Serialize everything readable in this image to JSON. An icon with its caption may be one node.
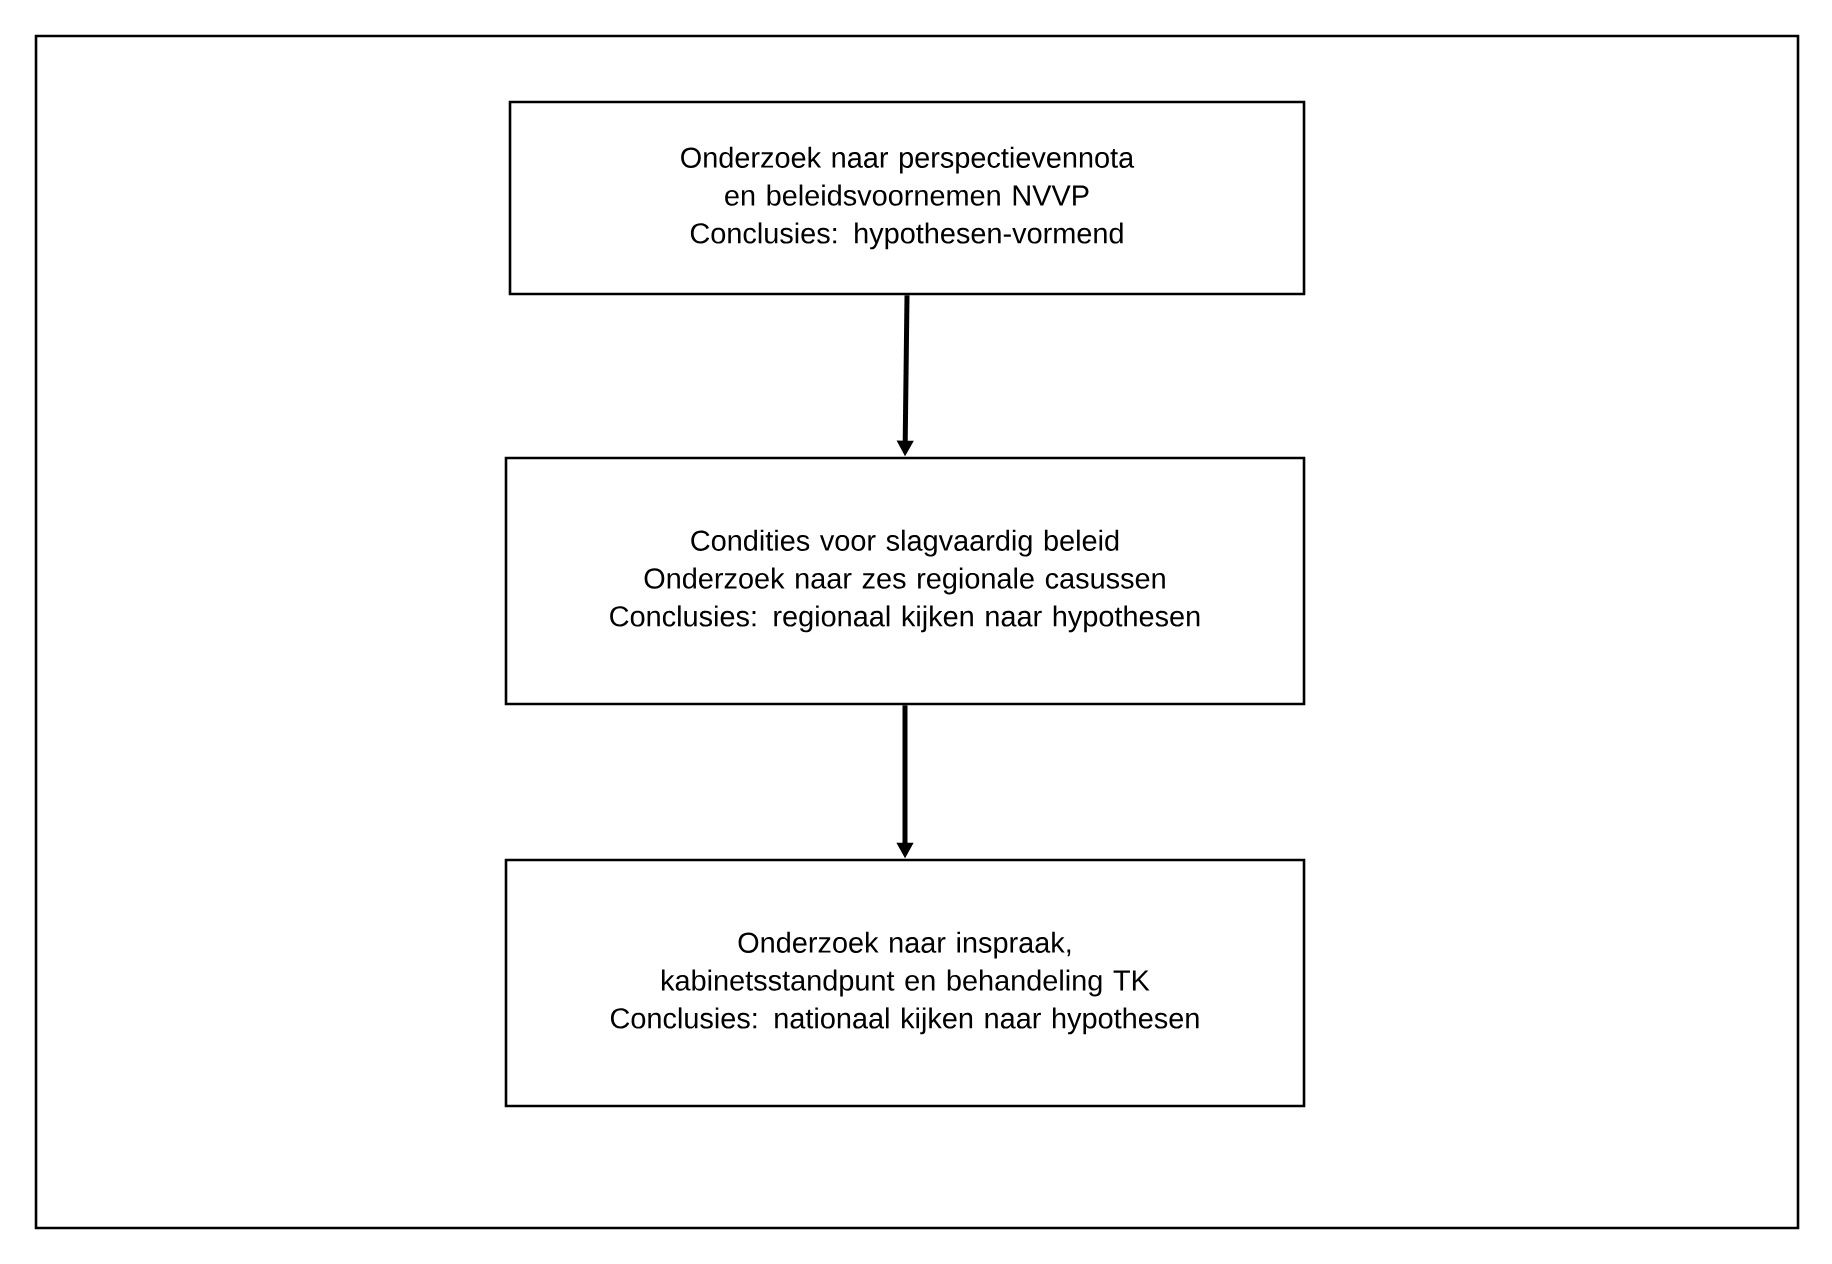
{
  "diagram": {
    "nodes": [
      {
        "text": [
          "Onderzoek naar perspectievennota en beleidsvoornemen NVVP",
          "Conclusies: hypothesen-vormend"
        ]
      },
      {
        "text": [
          "Condities voor slagvaardig beleid",
          "Onderzoek naar zes regionale casussen",
          "Conclusies: regionaal kijken naar hypothesen"
        ]
      },
      {
        "text": [
          "Onderzoek naar inspraak, kabinetsstandpunt en behandeling TK",
          "Conclusies: nationaal kijken naar hypothesen"
        ]
      }
    ],
    "edges": [
      {
        "from": 0,
        "to": 1,
        "arrow": "to"
      },
      {
        "from": 1,
        "to": 2,
        "arrow": "to"
      }
    ]
  }
}
